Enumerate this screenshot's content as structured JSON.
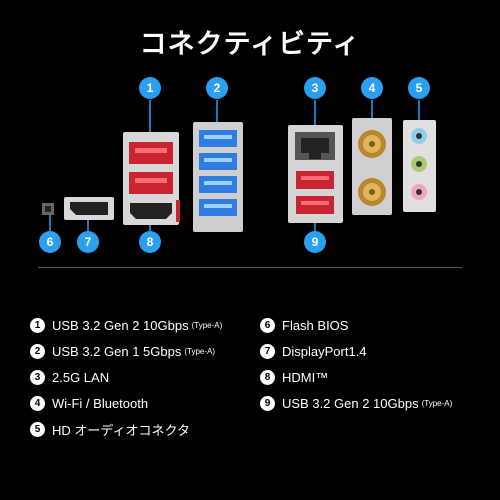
{
  "title": "コネクティビティ",
  "callouts": [
    "1",
    "2",
    "3",
    "4",
    "5",
    "6",
    "7",
    "8",
    "9"
  ],
  "legend": [
    {
      "num": "1",
      "label": "USB 3.2 Gen 2 10Gbps",
      "note": "(Type-A)"
    },
    {
      "num": "2",
      "label": "USB 3.2 Gen 1 5Gbps",
      "note": "(Type-A)"
    },
    {
      "num": "3",
      "label": "2.5G LAN",
      "note": ""
    },
    {
      "num": "4",
      "label": "Wi-Fi / Bluetooth",
      "note": ""
    },
    {
      "num": "5",
      "label": "HD オーディオコネクタ",
      "note": ""
    },
    {
      "num": "6",
      "label": "Flash BIOS",
      "note": ""
    },
    {
      "num": "7",
      "label": "DisplayPort1.4",
      "note": ""
    },
    {
      "num": "8",
      "label": "HDMI™",
      "note": ""
    },
    {
      "num": "9",
      "label": "USB 3.2 Gen 2 10Gbps",
      "note": "(Type-A)"
    }
  ],
  "colors": {
    "callout": "#2b9ff0",
    "usb_red": "#e0303a",
    "usb_blue": "#2e7de0",
    "gold": "#c99a3a"
  }
}
